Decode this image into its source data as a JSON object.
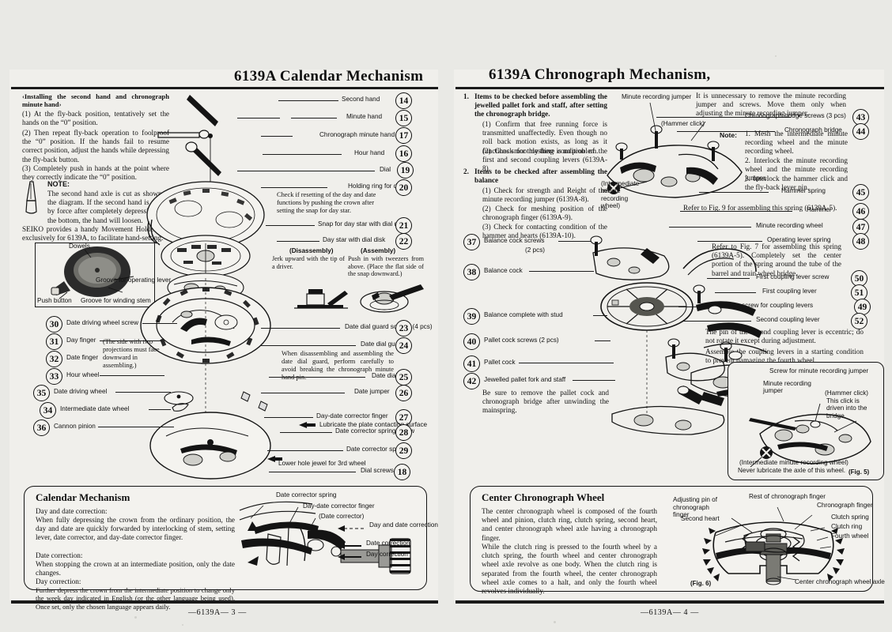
{
  "document": {
    "kind": "seiko-service-manual-spread",
    "left_page": {
      "title": "6139A Calendar Mechanism",
      "footer": "—6139A— 3 —",
      "intro": {
        "heading": "‹Installing the second hand and chronograph minute hand›",
        "steps": [
          "(1) At the fly-back position, tentatively set the hands on the “0” position.",
          "(2) Then repeat fly-back operation to foolproof the “0” position. If the hands fail to resume correct position, adjust the hands while depressing the fly-back button.",
          "(3) Completely push in hands at the point where they correctly indicate the “0” position."
        ],
        "note_label": "NOTE:",
        "note_body": "The second hand axle is cut as shown in the diagram. If the second hand is turned by force after completely depressing it to the bottom, the hand will loosen.",
        "holder_note": "SEIKO provides a handy Movement Holder S-500 exclusively for 6139A, to facilitate hand-setting."
      },
      "holder_photo": {
        "dowels": "Dowels",
        "push_button": "Push button",
        "groove_lever": "Groove for operating lever",
        "groove_stem": "Groove for winding stem"
      },
      "callouts_right": [
        {
          "n": "14",
          "label": "Second hand"
        },
        {
          "n": "15",
          "label": "Minute hand"
        },
        {
          "n": "17",
          "label": "Chronograph minute hand"
        },
        {
          "n": "16",
          "label": "Hour hand"
        },
        {
          "n": "19",
          "label": "Dial"
        },
        {
          "n": "20",
          "label": "Holding ring for dial"
        },
        {
          "n": "21",
          "label": "Snap for day star with dial disk"
        },
        {
          "n": "22",
          "label": "Day star with dial disk"
        },
        {
          "n": "23",
          "label": "Date dial guard screws (4 pcs)"
        },
        {
          "n": "24",
          "label": "Date dial guard"
        },
        {
          "n": "25",
          "label": "Date dial"
        },
        {
          "n": "26",
          "label": "Date jumper"
        },
        {
          "n": "27",
          "label": "Day-date corrector finger"
        },
        {
          "n": "28",
          "label": "Date corrector spring screw"
        },
        {
          "n": "29",
          "label": "Date corrector spring"
        },
        {
          "n": "18",
          "label": "Dial screws"
        }
      ],
      "callouts_left": [
        {
          "n": "30",
          "label": "Date driving wheel screw"
        },
        {
          "n": "31",
          "label": "Day finger"
        },
        {
          "n": "32",
          "label": "Date finger"
        },
        {
          "n": "33",
          "label": "Hour wheel"
        },
        {
          "n": "35",
          "label": "Date driving wheel"
        },
        {
          "n": "34",
          "label": "Intermediate date wheel"
        },
        {
          "n": "36",
          "label": "Cannon pinion"
        }
      ],
      "notes": {
        "crown_check": "Check if resetting of the day and date functions by pushing the crown after setting the snap for day star.",
        "disassembly_head": "(Disassembly)",
        "disassembly_body": "Jerk upward with the tip of a driver.",
        "assembly_head": "(Assembly)",
        "assembly_body": "Push in with tweezers from above. (Place the flat side of the snap downward.)",
        "projection_note": "(The side with two projections must face downward in assembling.)",
        "guard_note": "When disassembling and assembling the date dial guard, perform carefully to avoid breaking the chronograph minute hand pin.",
        "lubricate": "Lubricate the plate contacting surface",
        "lower_jewel": "Lower hole jewel for 3rd wheel"
      },
      "bottom_box": {
        "title": "Calendar Mechanism",
        "paragraphs": [
          "Day and date correction:",
          "When fully depressing the crown from the ordinary position, the day and date are quickly forwarded by interlocking of stem, setting lever, date corrector, and day-date corrector finger.",
          "Date correction:",
          "When stopping the crown at an intermediate position, only the date changes.",
          "Day correction:",
          "Further depress the crown from the intermediate position to change only the week day indicated in English (or the other language being used). Once set, only the chosen language appears daily."
        ],
        "diagram_labels": [
          "Date corrector spring",
          "Day-date corrector finger",
          "(Date corrector)"
        ],
        "legend": [
          "Day and date correction",
          "Date correction",
          "Day correction"
        ]
      }
    },
    "right_page": {
      "title": "6139A  Chronograph Mechanism,",
      "footer": "—6139A— 4 —",
      "checklist": [
        {
          "n": "1.",
          "head": "Items to be checked before assembling the jewelled pallet fork and staff, after setting the chronograph bridge.",
          "items": [
            "(1) Confirm that free running force is transmitted unaffectedly. Even though no roll back motion exists, as long as it functions smoothly there is no problem.",
            "(2) Check for meshing condition of the first and second coupling levers (6139A-8)."
          ]
        },
        {
          "n": "2.",
          "head": "Items to be checked after assembling the balance",
          "items": [
            "(1) Check for strength and Reight of the minute recording jumper (6139A-8).",
            "(2) Check for meshing position of the chronograph finger (6139A-9).",
            "(3) Check for contacting condition of the hammer and hearts (6139A-10)."
          ]
        }
      ],
      "callouts_left": [
        {
          "n": "37",
          "label": "Balance cock screws",
          "sub": "(2 pcs)"
        },
        {
          "n": "38",
          "label": "Balance cock",
          "sub": ""
        },
        {
          "n": "39",
          "label": "Balance complete with stud",
          "sub": ""
        },
        {
          "n": "40",
          "label": "Pallet cock screws (2 pcs)",
          "sub": ""
        },
        {
          "n": "41",
          "label": "Pallet cock",
          "sub": ""
        },
        {
          "n": "42",
          "label": "Jewelled pallet fork and staff",
          "sub": ""
        }
      ],
      "pallet_note": "Be sure to remove the pallet cock and chronograph bridge after unwinding the mainspring.",
      "callouts_right": [
        {
          "n": "43",
          "label": "Chronograph bridge screws (3 pcs)"
        },
        {
          "n": "44",
          "label": "Chronograph bridge"
        },
        {
          "n": "45",
          "label": "Hammer spring"
        },
        {
          "n": "46",
          "label": "Hammer"
        },
        {
          "n": "47",
          "label": "Minute recording wheel"
        },
        {
          "n": "48",
          "label": "Operating lever spring"
        },
        {
          "n": "50",
          "label": "First coupling lever screw"
        },
        {
          "n": "51",
          "label": "First coupling lever"
        },
        {
          "n": "49",
          "label": "Holding screw for coupling levers"
        },
        {
          "n": "52",
          "label": "Second coupling lever"
        }
      ],
      "notes": {
        "jumper_note": "It is unnecessary to remove the minute recording jumper and screws. Move them only when adjusting the minute recording jumper.",
        "note_label": "Note:",
        "note_items": [
          "1. Mesh the intermediate minute recording wheel and the minute recording wheel.",
          "2. Interlock the minute recording wheel and the minute recording jumper.",
          "3. Interlock the hammer click and the fly-back lever pin."
        ],
        "fig9": "Refer to Fig. 9 for assembling this spring (6139A-5).",
        "fig7": "Refer to Fig. 7 for assembling this spring (6139A-5). Completely set the center portion of the spring around the tube of the barrel and train wheel bridge.",
        "eccentric": "The pin of the second coupling lever is eccentric; do not rotate it except during adjustment.",
        "coupling": "Assemble the coupling levers in a starting condition to prevent damaging the fourth wheel.",
        "minute_recording_jumper": "Minute recording jumper",
        "hammer_click": "(Hammer click)",
        "intermediate_wheel": "(Intermediate minute recording wheel)"
      },
      "fig5": {
        "caption": "(Fig. 5)",
        "screw_label": "Screw for minute recording jumper",
        "jumper_label": "Minute recording jumper",
        "click_label": "(Hammer click)",
        "click_body": "This click is driven into the bridge.",
        "bottom_label": "(Intermediate minute recording wheel)",
        "bottom_body": "Never lubricate the axle of this wheel."
      },
      "bottom_box": {
        "title": "Center Chronograph Wheel",
        "paragraphs": [
          "The center chronograph wheel is composed of the fourth wheel and pinion, clutch ring, clutch spring, second heart, and center chronograph wheel axle having a chronograph finger.",
          "While the clutch ring is pressed to the fourth wheel by a clutch spring, the fourth wheel and center chronograph wheel axle revolve as one body. When the clutch ring is separated from the fourth wheel, the center chronograph wheel axle comes to a halt, and only the fourth wheel revolves individually."
        ],
        "caption": "(Fig. 6)",
        "labels": {
          "adjusting_pin": "Adjusting pin of chronograph finger",
          "second_heart": "Second heart",
          "rest": "Rest of chronograph finger",
          "finger": "Chronograph finger",
          "clutch_spring": "Clutch spring",
          "clutch_ring": "Clutch ring",
          "fourth_wheel": "Fourth wheel",
          "axle": "Center chronograph wheel axle"
        }
      }
    }
  }
}
